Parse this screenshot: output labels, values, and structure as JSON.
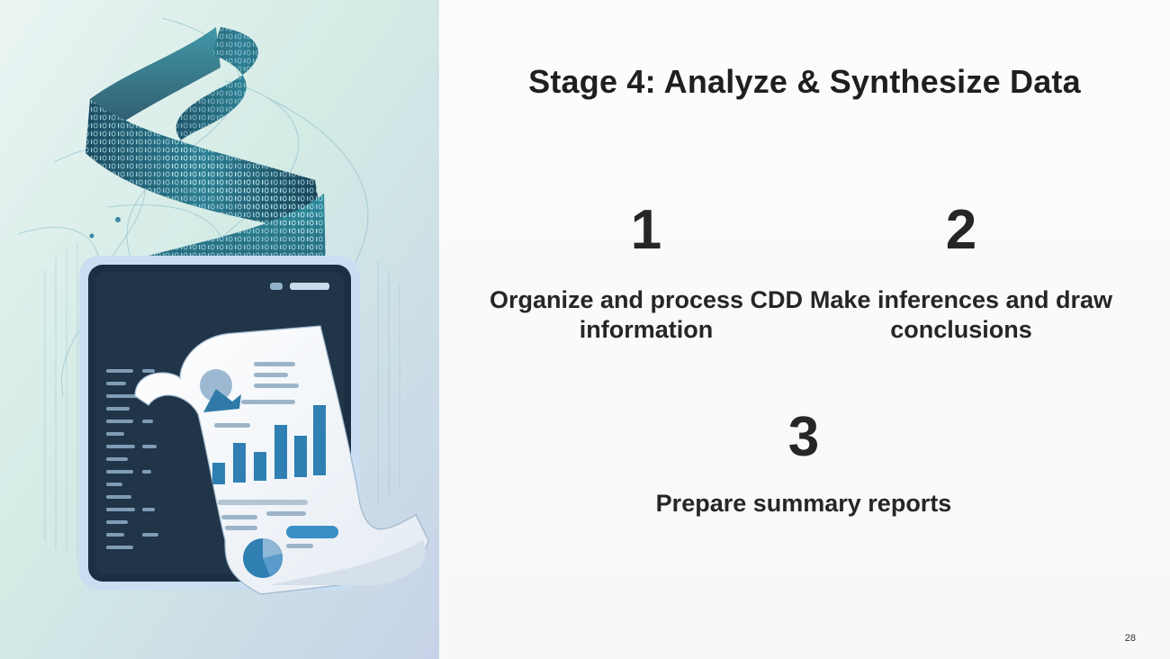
{
  "slide": {
    "title": "Stage 4: Analyze & Synthesize Data",
    "page_number": "28",
    "steps": [
      {
        "number": "1",
        "text": "Organize and process CDD information"
      },
      {
        "number": "2",
        "text": "Make inferences and draw conclusions"
      },
      {
        "number": "3",
        "text": "Prepare summary reports"
      }
    ],
    "illustration": {
      "description_icon": "data-stream-report-illustration",
      "colors": {
        "teal": "#2f7f95",
        "navy": "#1d3346",
        "blue": "#3a8fc4",
        "background_top": "#d6ede6",
        "background_bottom": "#c9d4ea"
      }
    }
  }
}
